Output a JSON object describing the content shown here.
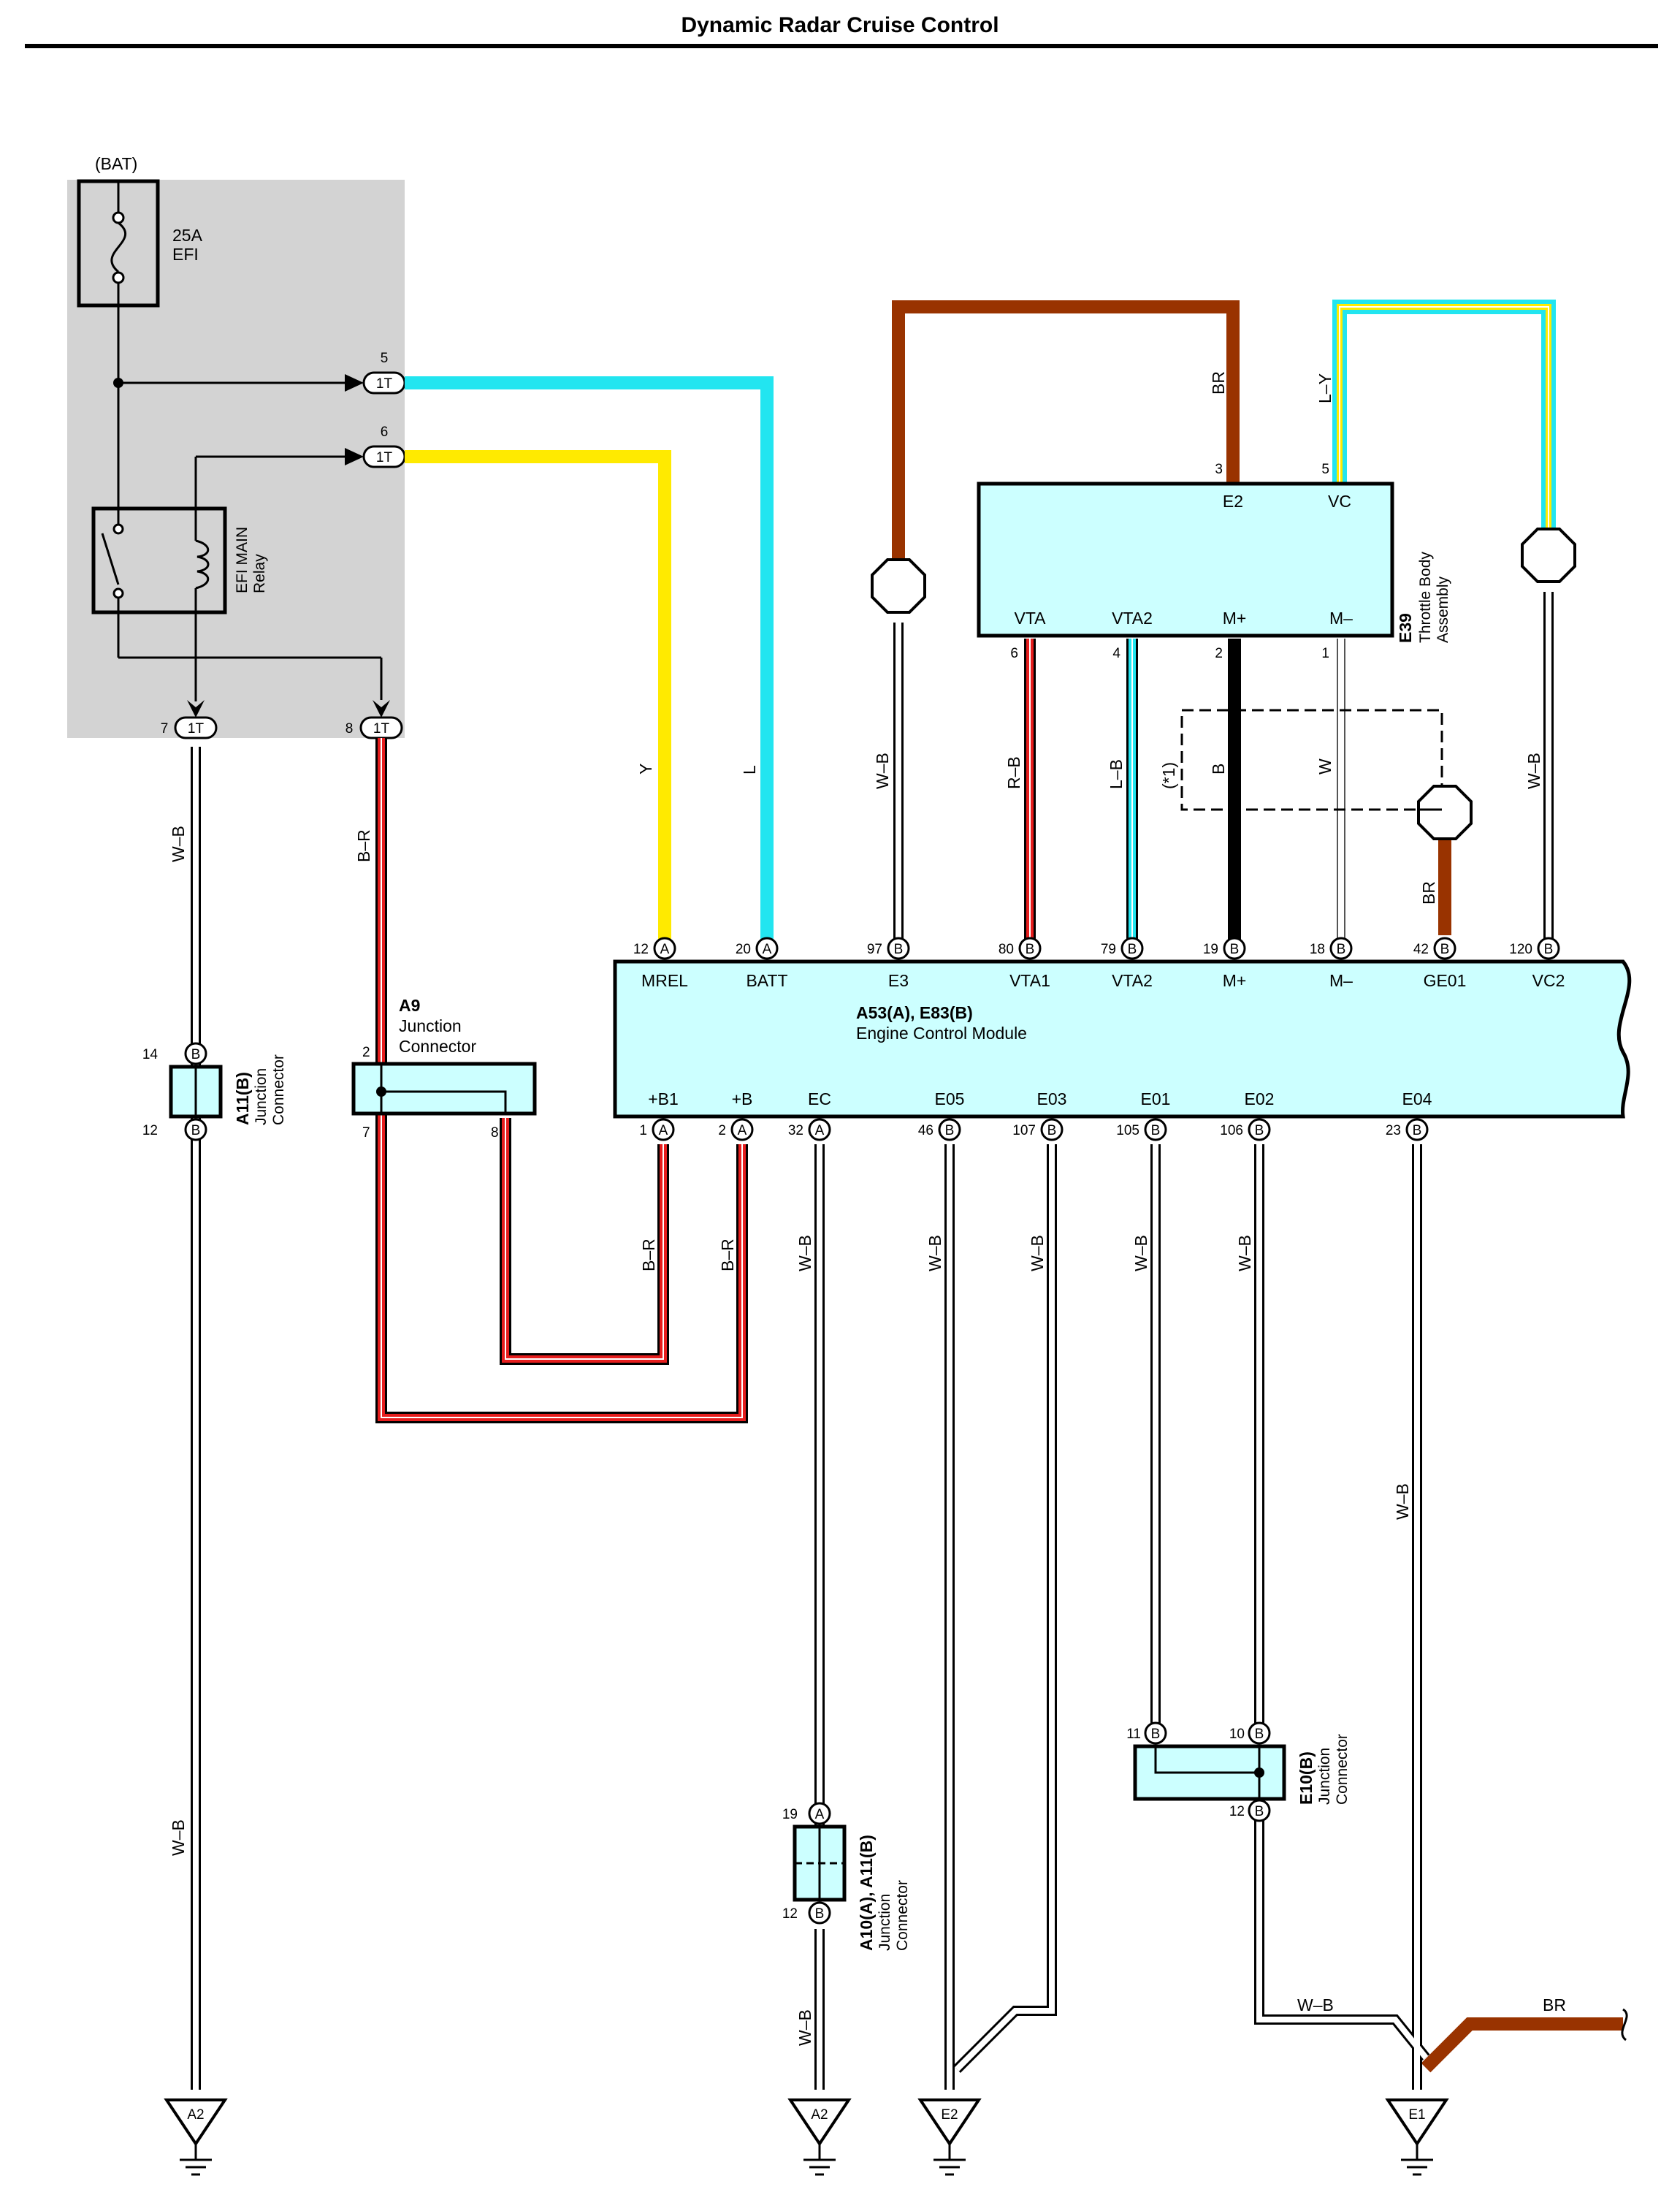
{
  "title": "Dynamic Radar Cruise Control",
  "colors": {
    "brown": "#993300",
    "cyan": "#22e5f0",
    "yellow": "#ffea00",
    "red": "#e61e1e",
    "black": "#000000",
    "white": "#ffffff",
    "component_fill": "#ccffff",
    "relay_box": "#d3d3d3"
  },
  "power_box": {
    "bat": "(BAT)",
    "fuse": {
      "rating": "25A",
      "name": "EFI"
    },
    "relay": {
      "line1": "EFI MAIN",
      "line2": "Relay"
    },
    "connector": "1T",
    "pins": {
      "p5": "5",
      "p6": "6",
      "p7": "7",
      "p8": "8"
    }
  },
  "wires": {
    "y": "Y",
    "l": "L",
    "wb": "W–B",
    "br": "B–R",
    "rb": "R–B",
    "lb": "L–B",
    "b": "B",
    "w": "W",
    "ly": "L–Y",
    "brown": "BR",
    "star1": "(*1)"
  },
  "throttle": {
    "id": "E39",
    "name1": "Throttle Body",
    "name2": "Assembly",
    "top_pins": [
      {
        "num": "3",
        "name": "E2"
      },
      {
        "num": "5",
        "name": "VC"
      }
    ],
    "bottom_pins": [
      {
        "num": "6",
        "name": "VTA"
      },
      {
        "num": "4",
        "name": "VTA2"
      },
      {
        "num": "2",
        "name": "M+"
      },
      {
        "num": "1",
        "name": "M–"
      }
    ]
  },
  "ecm": {
    "id": "A53(A), E83(B)",
    "name": "Engine Control Module",
    "top_pins": [
      {
        "num": "12",
        "conn": "A",
        "name": "MREL"
      },
      {
        "num": "20",
        "conn": "A",
        "name": "BATT"
      },
      {
        "num": "97",
        "conn": "B",
        "name": "E3"
      },
      {
        "num": "80",
        "conn": "B",
        "name": "VTA1"
      },
      {
        "num": "79",
        "conn": "B",
        "name": "VTA2"
      },
      {
        "num": "19",
        "conn": "B",
        "name": "M+"
      },
      {
        "num": "18",
        "conn": "B",
        "name": "M–"
      },
      {
        "num": "42",
        "conn": "B",
        "name": "GE01"
      },
      {
        "num": "120",
        "conn": "B",
        "name": "VC2"
      }
    ],
    "bottom_pins": [
      {
        "num": "1",
        "conn": "A",
        "name": "+B1"
      },
      {
        "num": "2",
        "conn": "A",
        "name": "+B"
      },
      {
        "num": "32",
        "conn": "A",
        "name": "EC"
      },
      {
        "num": "46",
        "conn": "B",
        "name": "E05"
      },
      {
        "num": "107",
        "conn": "B",
        "name": "E03"
      },
      {
        "num": "105",
        "conn": "B",
        "name": "E01"
      },
      {
        "num": "106",
        "conn": "B",
        "name": "E02"
      },
      {
        "num": "23",
        "conn": "B",
        "name": "E04"
      }
    ]
  },
  "a9": {
    "id": "A9",
    "name1": "Junction",
    "name2": "Connector",
    "pins": [
      "2",
      "7",
      "8"
    ]
  },
  "a11": {
    "id": "A11(B)",
    "name1": "Junction",
    "name2": "Connector",
    "pins": [
      "14",
      "12"
    ],
    "conn": "B"
  },
  "a10": {
    "id": "A10(A), A11(B)",
    "name1": "Junction",
    "name2": "Connector",
    "pins": [
      {
        "num": "19",
        "conn": "A"
      },
      {
        "num": "12",
        "conn": "B"
      }
    ]
  },
  "e10": {
    "id": "E10(B)",
    "name1": "Junction",
    "name2": "Connector",
    "pins": [
      {
        "num": "11",
        "conn": "B"
      },
      {
        "num": "10",
        "conn": "B"
      },
      {
        "num": "12",
        "conn": "B"
      }
    ]
  },
  "grounds": [
    "A2",
    "A2",
    "E2",
    "E1"
  ]
}
